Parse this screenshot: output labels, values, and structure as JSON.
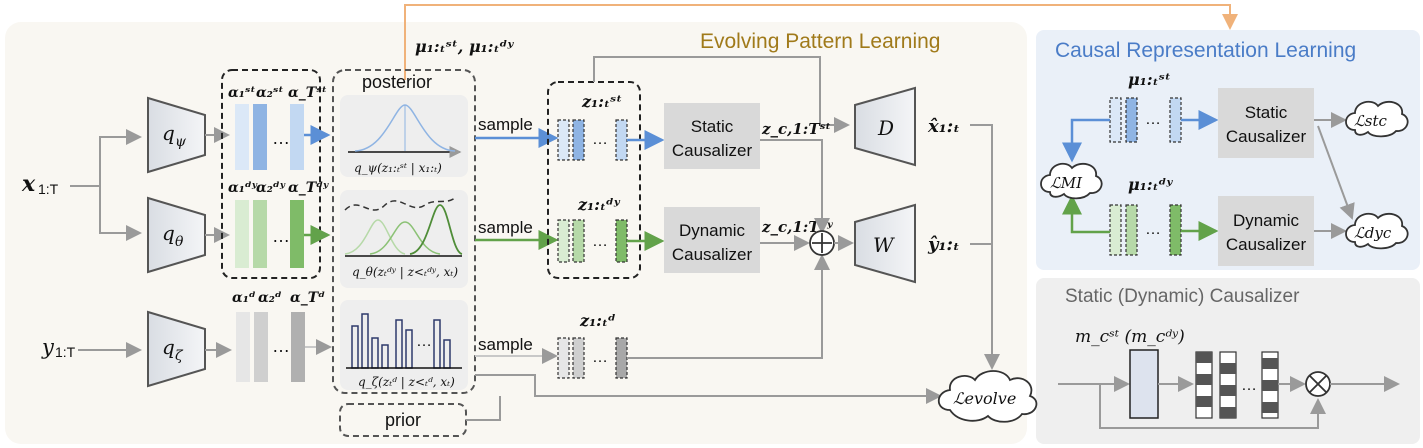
{
  "titles": {
    "evolving": "Evolving Pattern Learning",
    "causal": "Causal Representation Learning",
    "causalizer_panel": "Static (Dynamic) Causalizer"
  },
  "inputs": {
    "x": "x",
    "x_sub": "1:T",
    "y": "y",
    "y_sub": "1:T"
  },
  "encoders": [
    {
      "sym": "q",
      "sub": "ψ"
    },
    {
      "sym": "q",
      "sub": "θ"
    },
    {
      "sym": "q",
      "sub": "ζ"
    }
  ],
  "alpha_labels": {
    "st": [
      "α₁ˢᵗ",
      "α₂ˢᵗ",
      "α_Tˢᵗ"
    ],
    "dy": [
      "α₁ᵈʸ",
      "α₂ᵈʸ",
      "α_Tᵈʸ"
    ],
    "d": [
      "α₁ᵈ",
      "α₂ᵈ",
      "α_Tᵈ"
    ]
  },
  "mu_top": "μ₁:ₜˢᵗ, μ₁:ₜᵈʸ",
  "posterior_label": "posterior",
  "prior_label": "prior",
  "distributions": {
    "st": "q_ψ(z₁:ₜˢᵗ | x₁:ₜ)",
    "dy": "q_θ(zₜᵈʸ | z<ₜᵈʸ, xₜ)",
    "d": "q_ζ(zₜᵈ | z<ₜᵈ, xₜ)"
  },
  "sample_label": "sample",
  "latents": {
    "st": "z₁:ₜˢᵗ",
    "dy": "z₁:ₜᵈʸ",
    "d": "z₁:ₜᵈ"
  },
  "causalizers": {
    "static_line1": "Static",
    "static_line2": "Causalizer",
    "dynamic_line1": "Dynamic",
    "dynamic_line2": "Causalizer"
  },
  "causal_latents": {
    "st": "z_c,1:Tˢᵗ",
    "dy": "z_c,1:Tᵈʸ"
  },
  "decoders": {
    "D": "D",
    "W": "W"
  },
  "outputs": {
    "x_hat": "x̂₁:ₜ",
    "y_hat": "ŷ₁:ₜ"
  },
  "losses": {
    "evolve": "ℒevolve",
    "mi": "ℒMI",
    "stc": "ℒstc",
    "dyc": "ℒdyc"
  },
  "right_mu": {
    "st": "μ₁:ₜˢᵗ",
    "dy": "μ₁:ₜᵈʸ"
  },
  "mask_label": "m_cˢᵗ (m_cᵈʸ)",
  "ellipsis": "…",
  "colors": {
    "blue": "#5b8fd6",
    "green": "#62a24a",
    "gray": "#a8a8a8",
    "orange": "#f0b27a",
    "panel": "#f9f7f2",
    "causal_panel": "#eaf0f8",
    "causal_title": "#4a7cc7",
    "evolving_title": "#a07a1a"
  }
}
